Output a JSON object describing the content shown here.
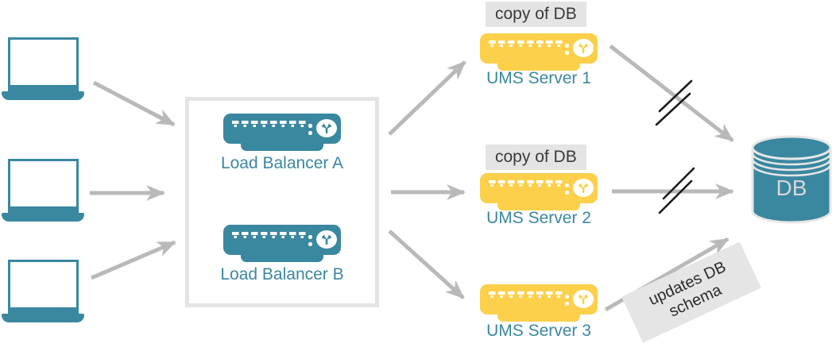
{
  "load_balancers": {
    "a_label": "Load Balancer A",
    "b_label": "Load Balancer B"
  },
  "ums_servers": [
    {
      "label": "UMS Server 1",
      "badge": "copy of DB"
    },
    {
      "label": "UMS Server 2",
      "badge": "copy of DB"
    },
    {
      "label": "UMS Server 3",
      "badge": ""
    }
  ],
  "database": {
    "label": "DB"
  },
  "annotations": {
    "schema_note_line1": "updates DB",
    "schema_note_line2": "schema"
  },
  "colors": {
    "teal": "#3a87a0",
    "yellow": "#fcd04b",
    "arrow_gray": "#b9b9b9",
    "badge_bg": "#e4e4e4",
    "box_border": "#e4e4e4",
    "slash_black": "#1c1c1c"
  }
}
